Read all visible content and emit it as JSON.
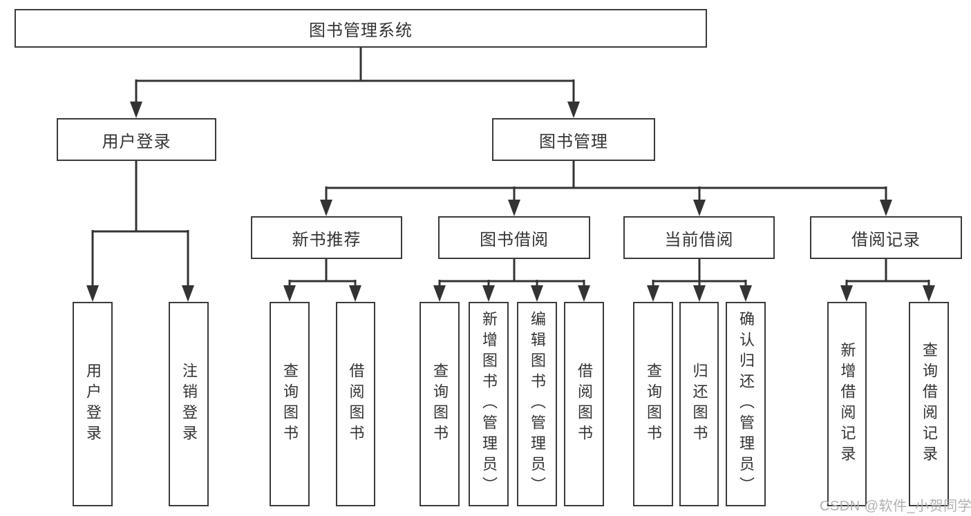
{
  "root": {
    "label": "图书管理系统"
  },
  "level2": {
    "user_login": {
      "label": "用户登录"
    },
    "book_mgmt": {
      "label": "图书管理"
    }
  },
  "level3": {
    "new_books": {
      "label": "新书推荐"
    },
    "book_borrow": {
      "label": "图书借阅"
    },
    "current_borrow": {
      "label": "当前借阅"
    },
    "borrow_records": {
      "label": "借阅记录"
    }
  },
  "leaves": {
    "login": {
      "label": "用户登录"
    },
    "logout": {
      "label": "注销登录"
    },
    "new_query": {
      "label": "查询图书"
    },
    "new_borrow": {
      "label": "借阅图书"
    },
    "bb_query": {
      "label": "查询图书"
    },
    "bb_add": {
      "label": "新增图书（管理员）"
    },
    "bb_edit": {
      "label": "编辑图书（管理员）"
    },
    "bb_borrow": {
      "label": "借阅图书"
    },
    "cur_query": {
      "label": "查询图书"
    },
    "cur_return": {
      "label": "归还图书"
    },
    "cur_confirm": {
      "label": "确认归还（管理员）"
    },
    "rec_add": {
      "label": "新增借阅记录"
    },
    "rec_query": {
      "label": "查询借阅记录"
    }
  },
  "watermark": {
    "text": "CSDN @软件_小贺同学"
  },
  "colors": {
    "line": "#333333",
    "box_border": "#3a3a3a",
    "box_fill": "#ffffff",
    "text": "#333333",
    "watermark": "#b0b0b0",
    "background": "#ffffff"
  }
}
